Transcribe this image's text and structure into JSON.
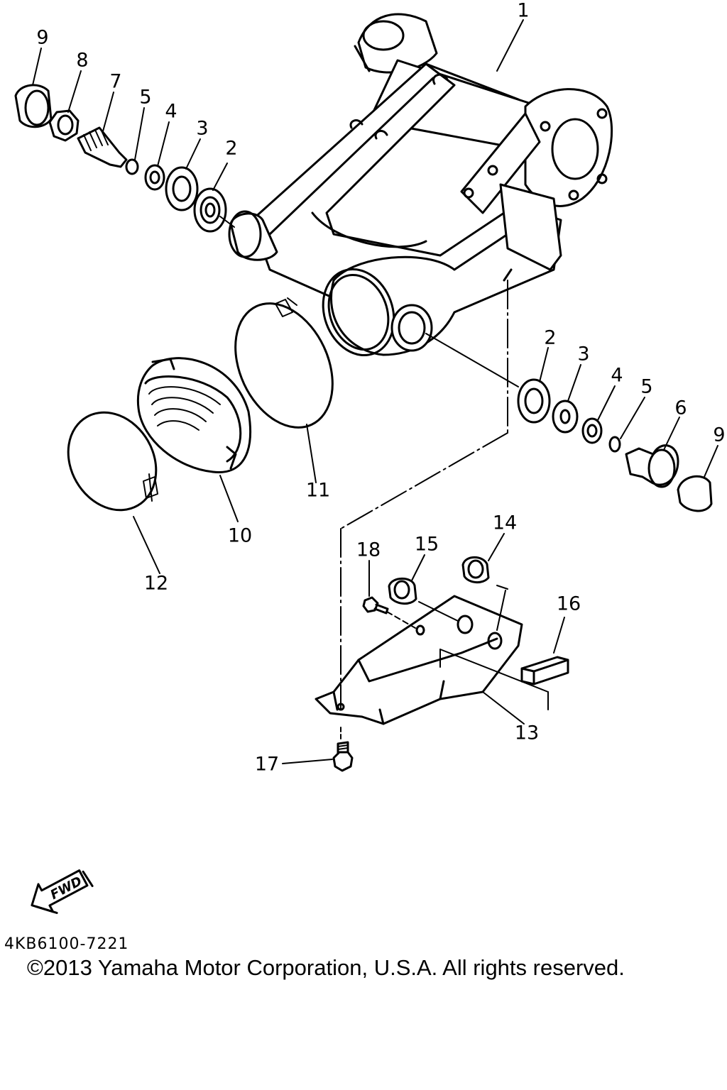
{
  "diagram": {
    "fwd_badge": "FWD",
    "diagram_code": "4KB6100-7221",
    "copyright": "©2013 Yamaha Motor Corporation, U.S.A. All rights reserved.",
    "callouts": [
      "1",
      "2",
      "3",
      "4",
      "5",
      "6",
      "7",
      "8",
      "9",
      "10",
      "11",
      "12",
      "13",
      "14",
      "15",
      "16",
      "17",
      "18"
    ]
  },
  "labels": {
    "l1": "1",
    "l2a": "2",
    "l3a": "3",
    "l4a": "4",
    "l5a": "5",
    "l7": "7",
    "l8": "8",
    "l9a": "9",
    "l2b": "2",
    "l3b": "3",
    "l4b": "4",
    "l5b": "5",
    "l6": "6",
    "l9b": "9",
    "l10": "10",
    "l11": "11",
    "l12": "12",
    "l13": "13",
    "l14": "14",
    "l15": "15",
    "l16": "16",
    "l17": "17",
    "l18": "18"
  }
}
